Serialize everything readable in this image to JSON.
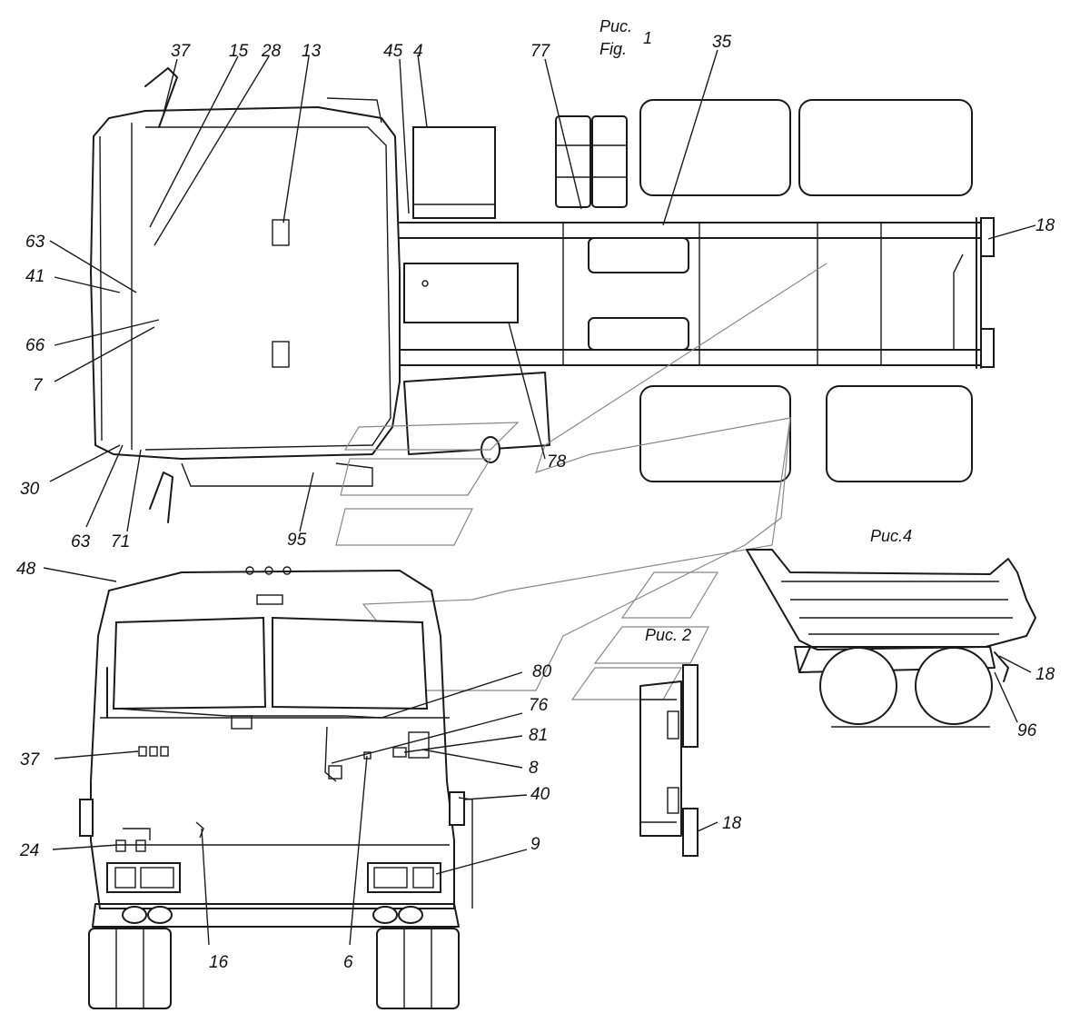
{
  "figures": {
    "fig1_ru": "Рис.",
    "fig1_en": "Fig.",
    "fig1_num": "1",
    "fig2": "Рис. 2",
    "fig4": "Рис.4"
  },
  "callouts": {
    "c37_top": "37",
    "c15": "15",
    "c28": "28",
    "c13": "13",
    "c45": "45",
    "c4": "4",
    "c77": "77",
    "c35": "35",
    "c18_top": "18",
    "c63_top": "63",
    "c41": "41",
    "c66": "66",
    "c7": "7",
    "c78": "78",
    "c30": "30",
    "c63_bot": "63",
    "c71": "71",
    "c95": "95",
    "c48": "48",
    "c80": "80",
    "c76": "76",
    "c81": "81",
    "c8": "8",
    "c37_front": "37",
    "c40": "40",
    "c24": "24",
    "c9": "9",
    "c16": "16",
    "c6": "6",
    "c18_fig2": "18",
    "c18_fig4": "18",
    "c96": "96"
  }
}
